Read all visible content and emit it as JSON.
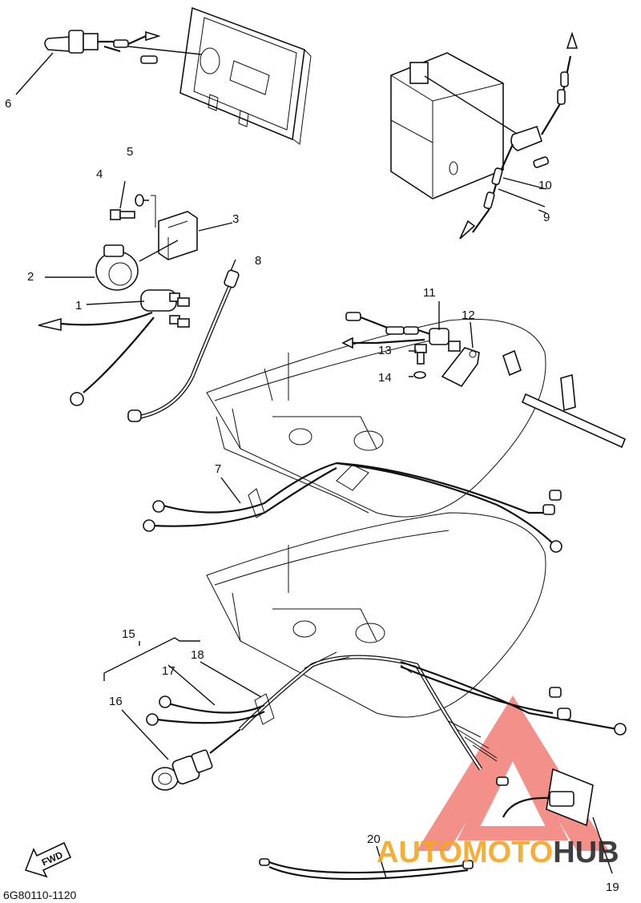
{
  "parts": [
    {
      "id": "1",
      "label": "1"
    },
    {
      "id": "2",
      "label": "2"
    },
    {
      "id": "3",
      "label": "3"
    },
    {
      "id": "4",
      "label": "4"
    },
    {
      "id": "5",
      "label": "5"
    },
    {
      "id": "6",
      "label": "6"
    },
    {
      "id": "7",
      "label": "7"
    },
    {
      "id": "8",
      "label": "8"
    },
    {
      "id": "9",
      "label": "9"
    },
    {
      "id": "10",
      "label": "10"
    },
    {
      "id": "11",
      "label": "11"
    },
    {
      "id": "12",
      "label": "12"
    },
    {
      "id": "13",
      "label": "13"
    },
    {
      "id": "14",
      "label": "14"
    },
    {
      "id": "15",
      "label": "15"
    },
    {
      "id": "16",
      "label": "16"
    },
    {
      "id": "17",
      "label": "17"
    },
    {
      "id": "18",
      "label": "18"
    },
    {
      "id": "19",
      "label": "19"
    },
    {
      "id": "20",
      "label": "20"
    }
  ],
  "diagram_code": "6G80110-1120",
  "fwd_label": "FWD",
  "watermark": {
    "part1": "AUTOMOTO",
    "part2": "HUB",
    "color1": "#f5a623",
    "color2": "#2b2b2b",
    "triangle_color": "#e8322a"
  }
}
